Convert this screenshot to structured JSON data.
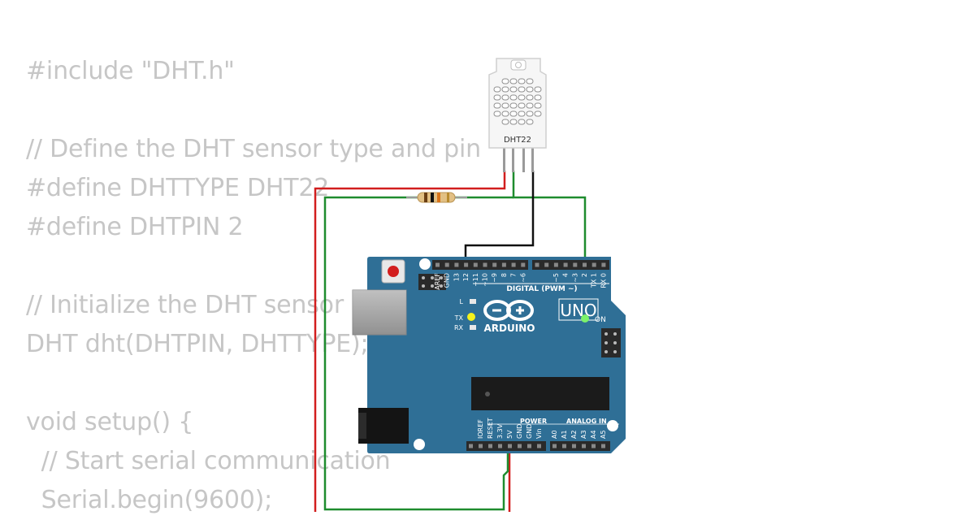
{
  "code_lines": [
    "#include \"DHT.h\"",
    "",
    "// Define the DHT sensor type and pin",
    "#define DHTTYPE DHT22",
    "#define DHTPIN 2",
    "",
    "// Initialize the DHT sensor",
    "DHT dht(DHTPIN, DHTTYPE);",
    "",
    "void setup() {",
    "  // Start serial communication",
    "  Serial.begin(9600);"
  ],
  "sensor": {
    "label": "DHT22"
  },
  "board": {
    "model": "UNO",
    "brand": "ARDUINO",
    "tx_label": "TX",
    "rx_label": "RX",
    "l_label": "L",
    "on_label": "ON",
    "digital_label": "DIGITAL (PWM ~)",
    "power_label": "POWER",
    "analog_label": "ANALOG IN",
    "top_pins": [
      "AREF",
      "GND",
      "13",
      "12",
      "~11",
      "~10",
      "~9",
      "8",
      "7",
      "~6",
      "~5",
      "4",
      "~3",
      "2",
      "TX 1",
      "RX 0"
    ],
    "bottom_pins": [
      "IOREF",
      "RESET",
      "3.3V",
      "5V",
      "GND",
      "GND",
      "Vin",
      "A0",
      "A1",
      "A2",
      "A3",
      "A4",
      "A5"
    ]
  },
  "colors": {
    "code_text": "#c6c6c6",
    "board": "#2f6f96",
    "wire_red": "#d21e1e",
    "wire_green": "#1e8c2e",
    "wire_black": "#111111",
    "led_yellow": "#f3f21c",
    "led_green": "#7cf26a"
  }
}
